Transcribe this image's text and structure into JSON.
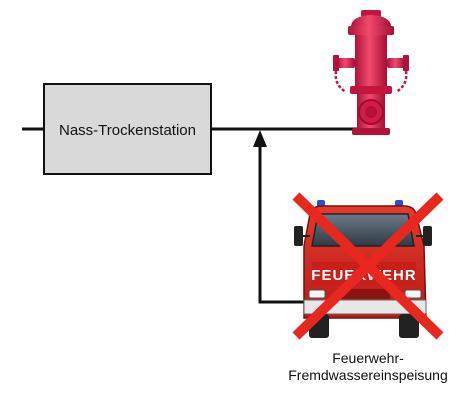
{
  "diagram": {
    "station_label": "Nass-Trockenstation",
    "truck_lettering": "FEUERWEHR",
    "caption_line1": "Feuerwehr-",
    "caption_line2": "Fremdwassereinspeisung"
  },
  "colors": {
    "line": "#111111",
    "box_fill": "#d9d9d9",
    "hydrant_red": "#e0214a",
    "truck_red": "#d8231f",
    "cross_red": "#e8281e"
  },
  "icons": [
    "hydrant-icon",
    "fire-truck-icon",
    "cross-out-icon",
    "arrow-up-icon"
  ]
}
